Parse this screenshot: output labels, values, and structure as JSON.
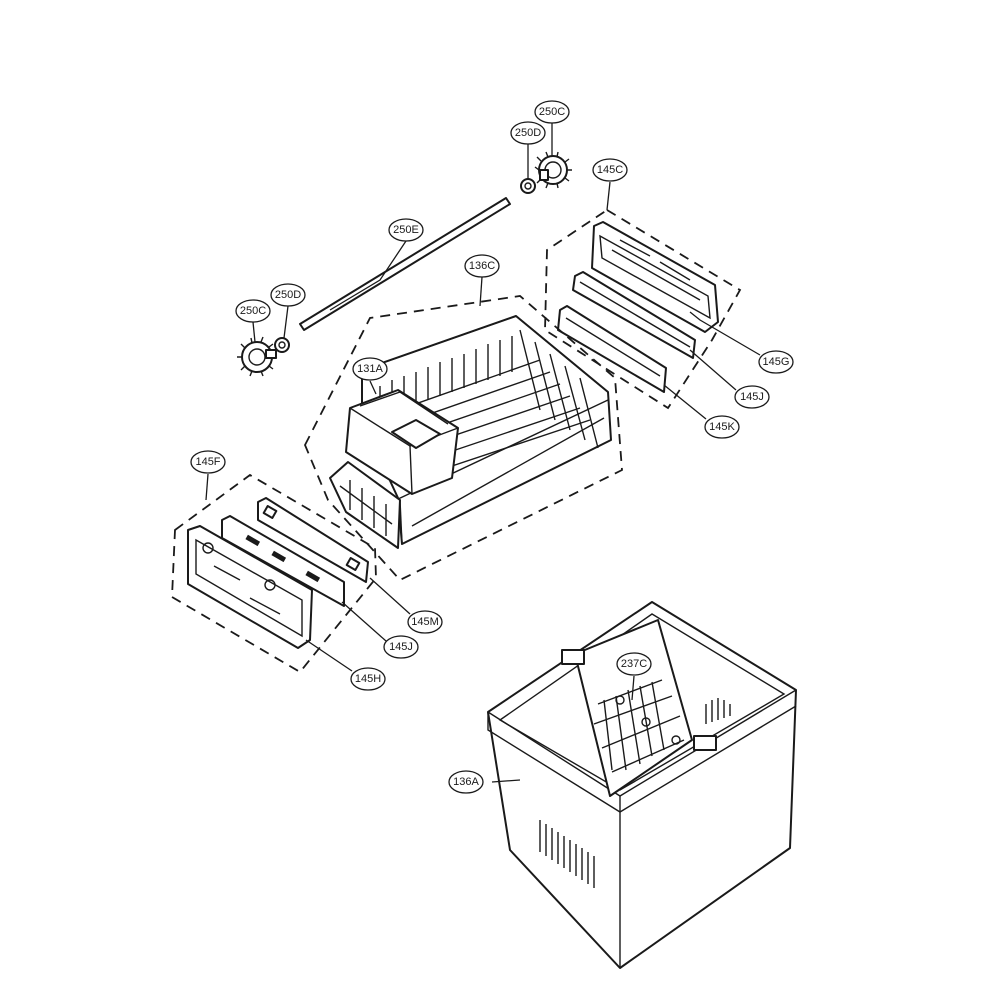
{
  "callouts": [
    {
      "id": "c-250c-top",
      "label": "250C"
    },
    {
      "id": "c-250d-top",
      "label": "250D"
    },
    {
      "id": "c-145c",
      "label": "145C"
    },
    {
      "id": "c-250e",
      "label": "250E"
    },
    {
      "id": "c-136c",
      "label": "136C"
    },
    {
      "id": "c-250d-left",
      "label": "250D"
    },
    {
      "id": "c-250c-left",
      "label": "250C"
    },
    {
      "id": "c-145g",
      "label": "145G"
    },
    {
      "id": "c-131a",
      "label": "131A"
    },
    {
      "id": "c-145j-right",
      "label": "145J"
    },
    {
      "id": "c-145k",
      "label": "145K"
    },
    {
      "id": "c-145f",
      "label": "145F"
    },
    {
      "id": "c-145m",
      "label": "145M"
    },
    {
      "id": "c-145j-left",
      "label": "145J"
    },
    {
      "id": "c-145h",
      "label": "145H"
    },
    {
      "id": "c-237c",
      "label": "237C"
    },
    {
      "id": "c-136a",
      "label": "136A"
    }
  ]
}
